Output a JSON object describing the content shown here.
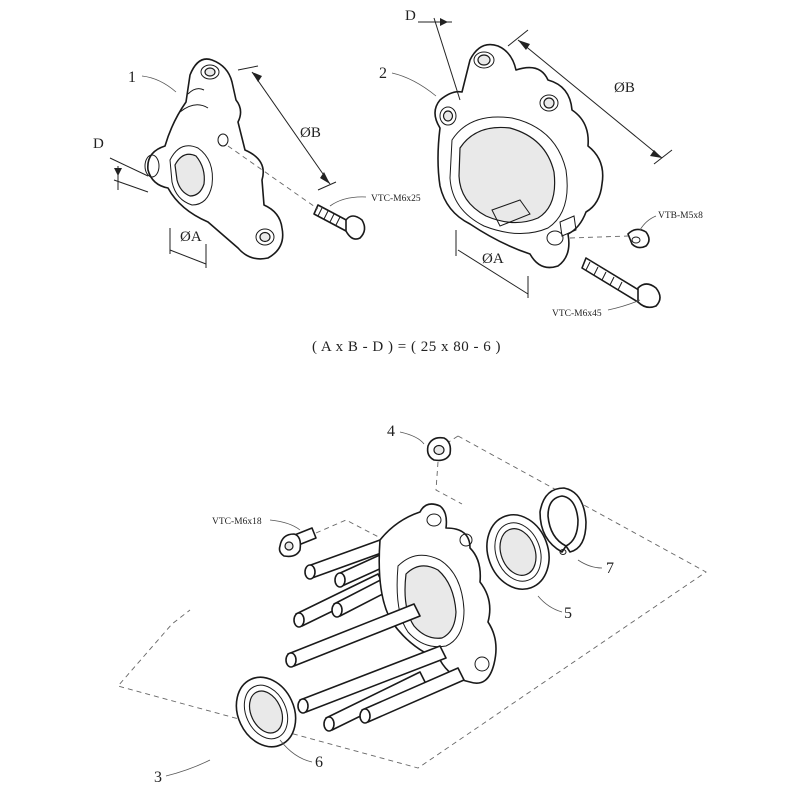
{
  "callouts": {
    "part1": "1",
    "part2": "2",
    "part3": "3",
    "part4": "4",
    "part5": "5",
    "part6": "6",
    "part7": "7"
  },
  "dimensions": {
    "d_left": "D",
    "d_right": "D",
    "b_left": "ØB",
    "b_right": "ØB",
    "a_left": "ØA",
    "a_right": "ØA"
  },
  "screws": {
    "vtc_m6x25": "VTC-M6x25",
    "vtb_m5x8": "VTB-M5x8",
    "vtc_m6x45": "VTC-M6x45",
    "vtc_m6x18": "VTC-M6x18"
  },
  "formula": "( A x B - D ) = ( 25 x 80 - 6 )"
}
